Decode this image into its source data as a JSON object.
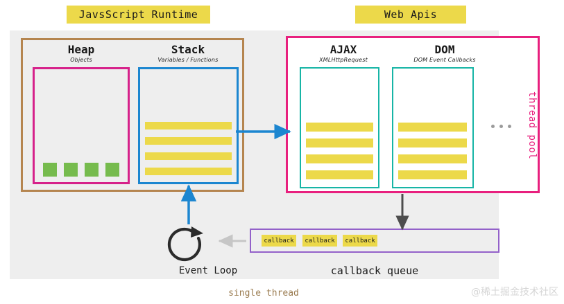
{
  "diagram": {
    "title_runtime": "JavsScript Runtime",
    "title_webapis": "Web Apis",
    "thread_pool_label": "thread pool",
    "single_thread_label": "single thread",
    "watermark": "@稀土掘金技术社区"
  },
  "runtime": {
    "heap": {
      "title": "Heap",
      "subtitle": "Objects",
      "object_count": 4
    },
    "stack": {
      "title": "Stack",
      "subtitle": "Variables / Functions",
      "frame_count": 4
    }
  },
  "webapis": {
    "ajax": {
      "title": "AJAX",
      "subtitle": "XMLHttpRequest",
      "task_count": 4
    },
    "dom": {
      "title": "DOM",
      "subtitle": "DOM Event Callbacks",
      "task_count": 4
    },
    "more_indicator": "..."
  },
  "event_loop": {
    "label": "Event Loop",
    "icon": "circular-arrow-icon"
  },
  "callback_queue": {
    "label": "callback queue",
    "items": [
      "callback",
      "callback",
      "callback"
    ]
  },
  "colors": {
    "yellow": "#ecd94a",
    "brown": "#b5854f",
    "pink": "#e8207e",
    "magenta": "#d6218a",
    "blue": "#1c86d0",
    "teal": "#17b5a6",
    "green": "#76bb4d",
    "purple": "#9361c9",
    "gray_panel": "#eeeeee",
    "arrow_gray": "#c6c6c6",
    "arrow_dark": "#4d4d4d"
  }
}
